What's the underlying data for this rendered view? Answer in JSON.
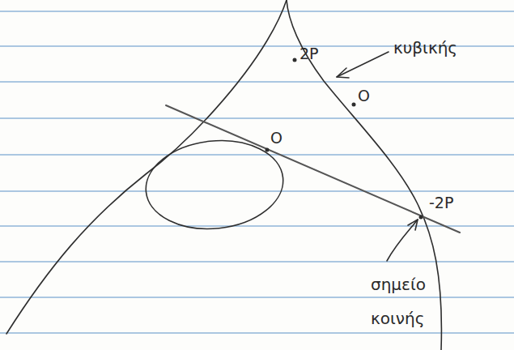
{
  "diagram": {
    "labels": [
      "2P",
      "κυβικής",
      "O",
      "O",
      "-2P",
      "σημείο κοινής"
    ]
  }
}
